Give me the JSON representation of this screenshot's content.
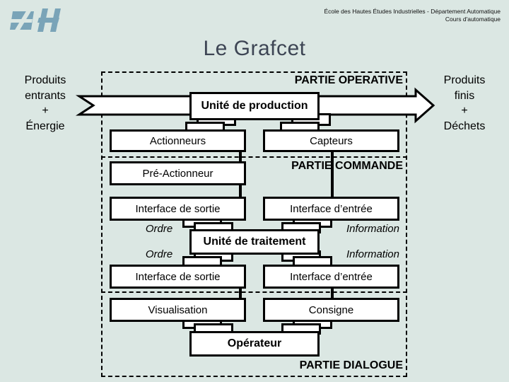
{
  "page": {
    "background": "#dbe7e3",
    "title_color": "#3d4554",
    "logo_color": "#7aa4b8"
  },
  "header": {
    "line1": "École des Hautes Études Industrielles - Département Automatique",
    "line2": "Cours d'automatique"
  },
  "title": "Le Grafcet",
  "left_label": {
    "lines": [
      "Produits",
      "entrants",
      "+",
      "Énergie"
    ]
  },
  "right_label": {
    "lines": [
      "Produits",
      "finis",
      "+",
      "Déchets"
    ]
  },
  "sections": {
    "operative": "PARTIE OPERATIVE",
    "commande": "PARTIE COMMANDE",
    "dialogue": "PARTIE DIALOGUE"
  },
  "boxes": {
    "unite_production": "Unité de production",
    "actionneurs": "Actionneurs",
    "capteurs": "Capteurs",
    "pre_actionneur": "Pré-Actionneur",
    "interface_sortie_haut": "Interface de sortie",
    "interface_entree_haut": "Interface d’entrée",
    "unite_traitement": "Unité de traitement",
    "interface_sortie_bas": "Interface de sortie",
    "interface_entree_bas": "Interface d’entrée",
    "visualisation": "Visualisation",
    "consigne": "Consigne",
    "operateur": "Opérateur"
  },
  "flow_labels": {
    "ordre_1": "Ordre",
    "ordre_2": "Ordre",
    "information_1": "Information",
    "information_2": "Information"
  }
}
